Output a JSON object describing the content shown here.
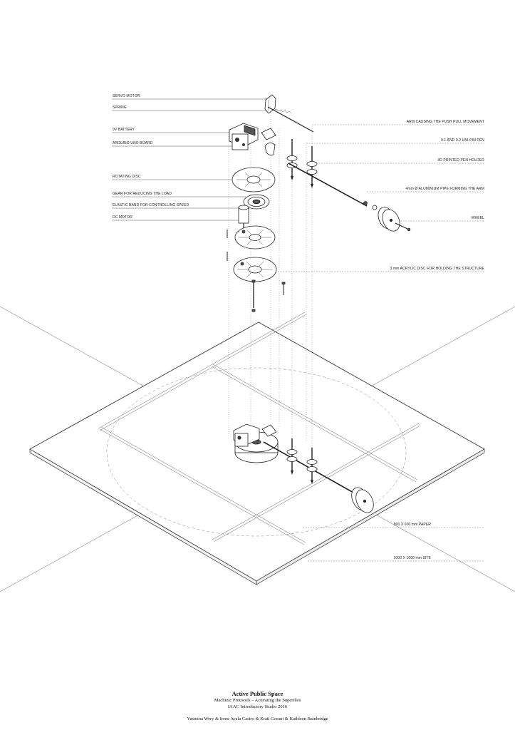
{
  "labels_left": {
    "servo_motor": "SERVO MOTOR",
    "spring": "SPRING",
    "battery": "9V BATTERY",
    "arduino": "ARDUINO UNO BOARD",
    "rotating_disc": "ROTATING DISC",
    "gear": "GEAR FOR REDUCING THE LOAD",
    "elastic_band": "ELASTIC BAND FOR CONTROLLING SPEED",
    "dc_motor": "DC MOTOR"
  },
  "labels_right": {
    "arm_movement": "ARM CAUSING THE PUSH PULL MOVEMENT",
    "pen": "0.1 AND 0.2 UNI-PIN PEN",
    "pen_holder": "3D PRINTED PEN HOLDER",
    "pipe": "4mm Ø ALUMINIUM PIPE FORMING THE ARM",
    "wheel": "WHEEL",
    "acrylic_disc": "3 mm ACRYLIC DISC FOR HOLDING THE STRUCTURE",
    "paper": "800 X 600 mm PAPER",
    "site": "1000 X 1000 mm SITE"
  },
  "title_block": {
    "title": "Active Public Space",
    "subtitle": "Machinic Protocols – Activating the Superilles",
    "studio": "IAAC Introductory Studio 2016",
    "authors": "Yasmina Wery & Irene Ayala Castro & Krati Gorani & Kathleen Bainbridge"
  }
}
